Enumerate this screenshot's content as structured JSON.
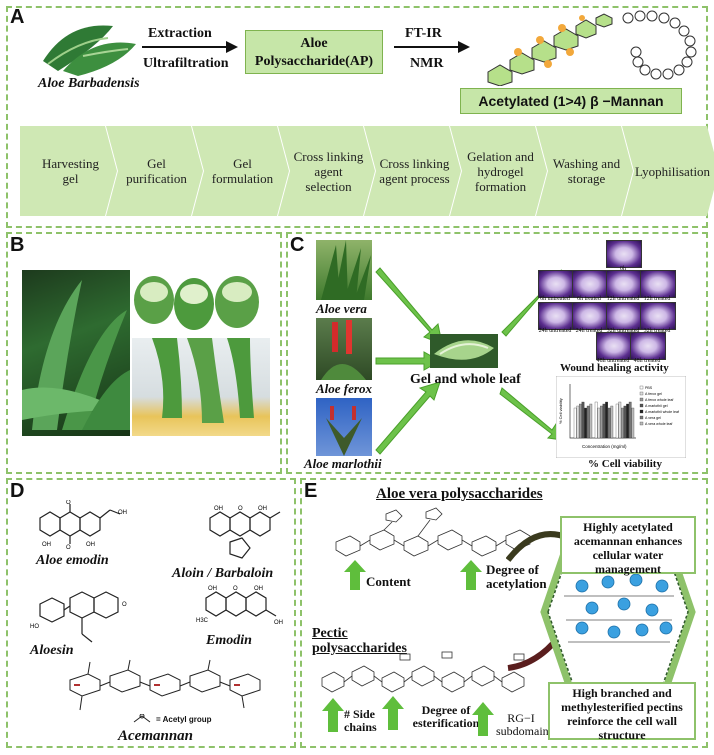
{
  "panel_a": {
    "label": "A",
    "source": "Aloe Barbadensis",
    "arrow1_top": "Extraction",
    "arrow1_bottom": "Ultrafiltration",
    "ap_box": "Aloe Polysaccharide(AP)",
    "arrow2_top": "FT-IR",
    "arrow2_bottom": "NMR",
    "mannan_box": "Acetylated (1>4) β −Mannan",
    "steps": [
      "Harvesting gel",
      "Gel purification",
      "Gel formulation",
      "Cross linking agent selection",
      "Cross linking agent process",
      "Gelation and hydrogel formation",
      "Washing and storage",
      "Lyophilisation"
    ]
  },
  "panel_b": {
    "label": "B"
  },
  "panel_c": {
    "label": "C",
    "species": [
      "Aloe vera",
      "Aloe ferox",
      "Aloe marlothii"
    ],
    "center_label": "Gel and whole leaf",
    "wound_title": "Wound healing activity",
    "wound_labels": [
      "0h",
      "6h untreated",
      "6h treated",
      "12h untreated",
      "12h treated",
      "24h untreated",
      "24h treated",
      "32h untreated",
      "32h treated",
      "48h untreated",
      "48h treated"
    ],
    "viability_title": "% Cell viability",
    "chart_xlabel": "Concentration (mg/ml)",
    "chart_ylabel": "% Cell viability",
    "legend": [
      "PBS",
      "A ferox gel",
      "A ferox whole leaf",
      "A marlothii gel",
      "A marlothii whole leaf",
      "A vera gel",
      "A vera whole leaf"
    ]
  },
  "panel_d": {
    "label": "D",
    "compounds": [
      "Aloe emodin",
      "Aloin / Barbaloin",
      "Aloesin",
      "Emodin",
      "Acemannan"
    ],
    "acetyl_note": "= Acetyl group"
  },
  "panel_e": {
    "label": "E",
    "title1": "Aloe vera polysaccharides",
    "content": "Content",
    "acetylation": "Degree of acetylation",
    "title2": "Pectic polysaccharides",
    "side_chains": "# Side chains",
    "esterification": "Degree of esterification",
    "rg": "RG−I subdomain",
    "box1": "Highly acetylated acemannan enhances cellular water management",
    "box2": "High branched and methylesterified pectins reinforce the cell wall structure"
  },
  "colors": {
    "panel_border": "#8ec26a",
    "arrow_green": "#5fbe3c",
    "chevron": "#cfe8b4",
    "box_fill": "#c6e6a8"
  }
}
